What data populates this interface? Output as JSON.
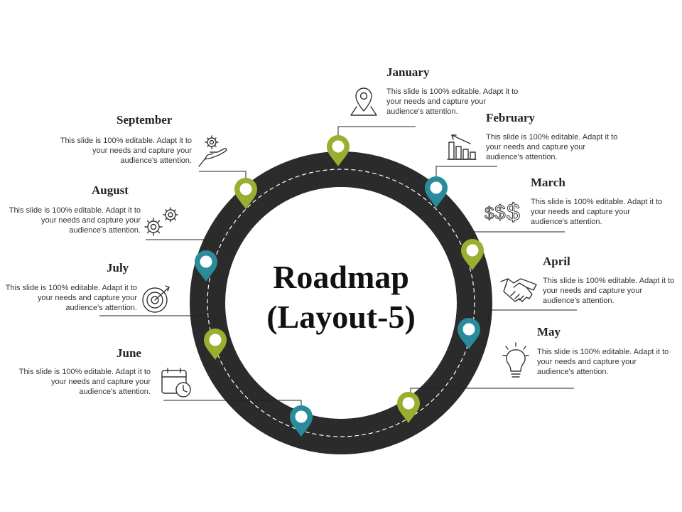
{
  "title": {
    "line1": "Roadmap",
    "line2": "(Layout-5)"
  },
  "colors": {
    "road": "#2b2b2b",
    "green_pin": "#9aae2f",
    "teal_pin": "#2a8b9a",
    "line": "#222222",
    "text": "#333333"
  },
  "months": [
    {
      "key": "january",
      "name": "January",
      "desc": "This slide is 100% editable. Adapt it to your needs and capture your audience's attention.",
      "icon": "location-pin-icon",
      "pin_color": "green"
    },
    {
      "key": "february",
      "name": "February",
      "desc": "This slide is 100% editable. Adapt it to your needs and capture your audience's attention.",
      "icon": "bar-chart-icon",
      "pin_color": "teal"
    },
    {
      "key": "march",
      "name": "March",
      "desc": "This slide is 100% editable. Adapt it to your needs and capture your audience's attention.",
      "icon": "dollar-signs-icon",
      "pin_color": "green"
    },
    {
      "key": "april",
      "name": "April",
      "desc": "This slide is 100% editable. Adapt it to your needs and capture your audience's attention.",
      "icon": "handshake-icon",
      "pin_color": "teal"
    },
    {
      "key": "may",
      "name": "May",
      "desc": "This slide is 100% editable. Adapt it to your needs and capture your audience's attention.",
      "icon": "light-bulb-icon",
      "pin_color": "green"
    },
    {
      "key": "june",
      "name": "June",
      "desc": "This slide is 100% editable. Adapt it to your needs and capture your audience's attention.",
      "icon": "calendar-clock-icon",
      "pin_color": "teal"
    },
    {
      "key": "july",
      "name": "July",
      "desc": "This slide is 100% editable. Adapt it to your needs and capture your audience's attention.",
      "icon": "target-icon",
      "pin_color": "green"
    },
    {
      "key": "august",
      "name": "August",
      "desc": "This slide is 100% editable. Adapt it to your needs and capture your audience's attention.",
      "icon": "gears-icon",
      "pin_color": "teal"
    },
    {
      "key": "september",
      "name": "September",
      "desc": "This slide is 100% editable. Adapt it to your needs and capture your audience's attention.",
      "icon": "hand-gear-icon",
      "pin_color": "green"
    }
  ]
}
